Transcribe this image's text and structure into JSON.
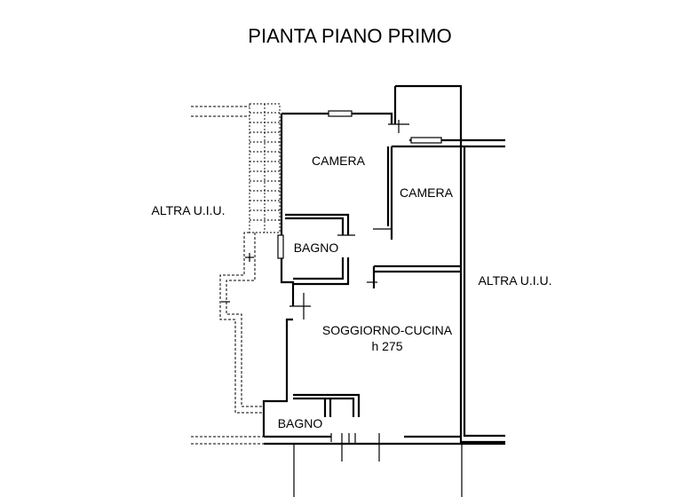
{
  "title": "PIANTA PIANO PRIMO",
  "rooms": {
    "camera_1": "CAMERA",
    "camera_2": "CAMERA",
    "bagno_1": "BAGNO",
    "soggiorno": "SOGGIORNO-CUCINA",
    "soggiorno_height": "h 275",
    "bagno_2": "BAGNO"
  },
  "neighbors": {
    "left": "ALTRA U.I.U.",
    "right": "ALTRA U.I.U."
  }
}
